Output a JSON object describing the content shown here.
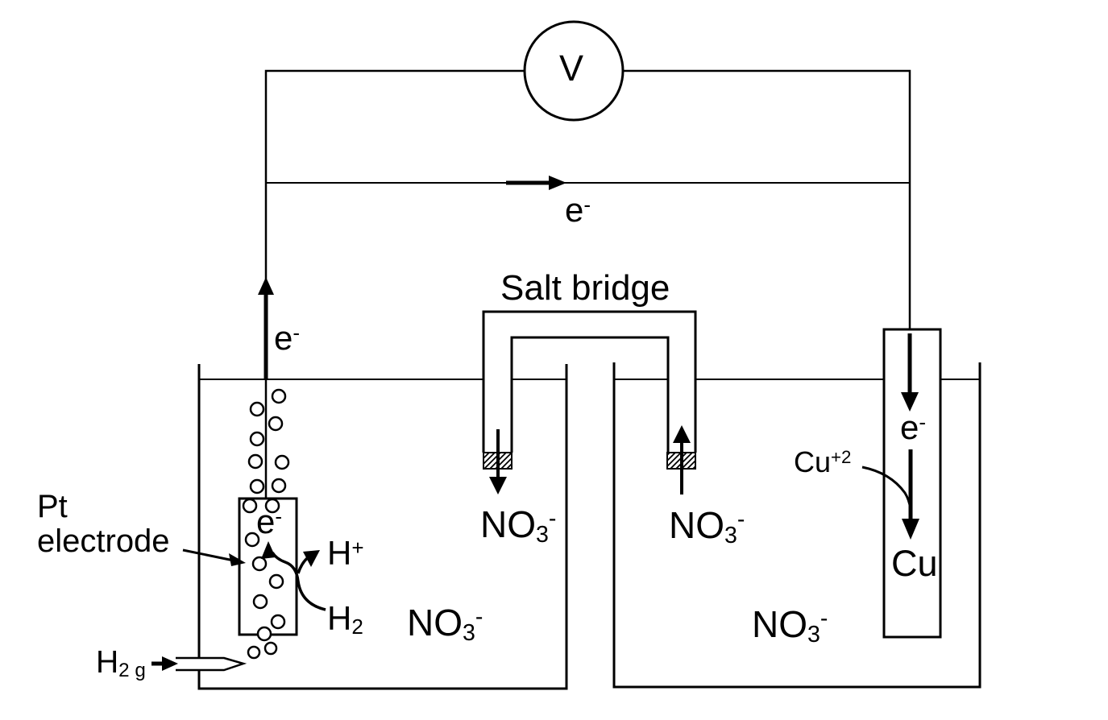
{
  "colors": {
    "ink": "#000000",
    "paper": "#ffffff"
  },
  "voltmeter": {
    "label": "V"
  },
  "circuit": {
    "electron_top": {
      "base": "e",
      "sup": "-"
    },
    "electron_left": {
      "base": "e",
      "sup": "-"
    }
  },
  "salt_bridge": {
    "title": "Salt bridge",
    "left_ion": {
      "base": "NO",
      "sub": "3",
      "sup": "-"
    },
    "right_ion": {
      "base": "NO",
      "sub": "3",
      "sup": "-"
    }
  },
  "left_cell": {
    "electrode_label_line1": "Pt",
    "electrode_label_line2": "electrode",
    "electron": {
      "base": "e",
      "sup": "-"
    },
    "hydrogen_ion": {
      "base": "H",
      "sup": "+"
    },
    "hydrogen_molecule": {
      "base": "H",
      "sub": "2"
    },
    "hydrogen_gas_inlet": {
      "base": "H",
      "sub": "2 g"
    },
    "solution_ion": {
      "base": "NO",
      "sub": "3",
      "sup": "-"
    }
  },
  "right_cell": {
    "copper_ion": {
      "base": "Cu",
      "sup": "+2"
    },
    "electron": {
      "base": "e",
      "sup": "-"
    },
    "copper_metal": "Cu",
    "solution_ion": {
      "base": "NO",
      "sub": "3",
      "sup": "-"
    }
  }
}
